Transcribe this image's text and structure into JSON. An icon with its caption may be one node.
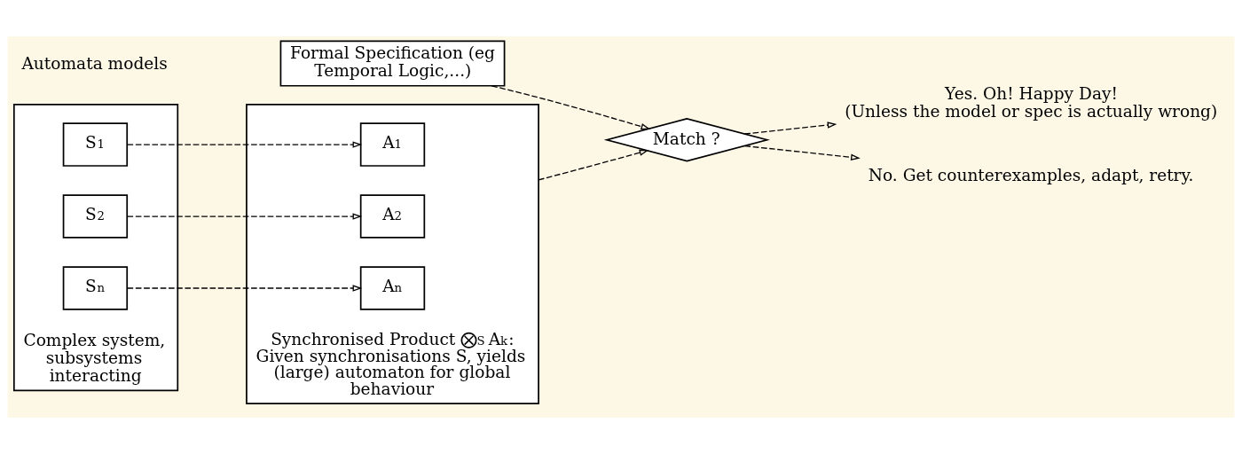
{
  "diagram": {
    "nodes": [
      {
        "text": [
          "Formal Specification (eg Temporal Logic,...)"
        ]
      },
      {
        "text": [
          "Complex system, subsystems interacting"
        ]
      },
      {
        "text": [
          "S$_{1}$"
        ],
        "in": 1
      },
      {
        "text": [
          "S$_{2}$"
        ],
        "in": 1
      },
      {
        "text": [
          "S$_{n}$"
        ],
        "in": 1
      },
      {
        "text": [
          "Synchronised Product ⨂$^{S}$ A$_{k}$: Given synchronisations S, yields (large) automaton for global behaviour"
        ]
      },
      {
        "text": [
          "A$_{1}$"
        ],
        "in": 5
      },
      {
        "text": [
          "A$_{2}$"
        ],
        "in": 5
      },
      {
        "text": [
          "A$_{n}$"
        ],
        "in": 5
      },
      {
        "text": [
          "Match ?"
        ]
      },
      {
        "text": [
          "Yes. Oh! Happy Day!",
          "(Unless the model or spec is actually wrong)"
        ]
      },
      {
        "text": [
          "No. Get counterexamples, adapt, retry."
        ]
      }
    ],
    "edges": [
      {
        "from": 2,
        "to": 6,
        "arrow": "to",
        "style": "dashed"
      },
      {
        "from": 3,
        "to": 7,
        "arrow": "to",
        "style": "dashed"
      },
      {
        "from": 4,
        "to": 8,
        "arrow": "to",
        "style": "dashed"
      },
      {
        "from": 0,
        "to": 9,
        "arrow": "to",
        "style": "dashed"
      },
      {
        "from": 5,
        "to": 9,
        "arrow": "to",
        "style": "dashed"
      },
      {
        "from": 9,
        "to": 10,
        "arrow": "to",
        "style": "dashed"
      },
      {
        "from": 9,
        "to": 11,
        "arrow": "to",
        "style": "dashed"
      }
    ],
    "labels": [
      "Automata models"
    ]
  }
}
